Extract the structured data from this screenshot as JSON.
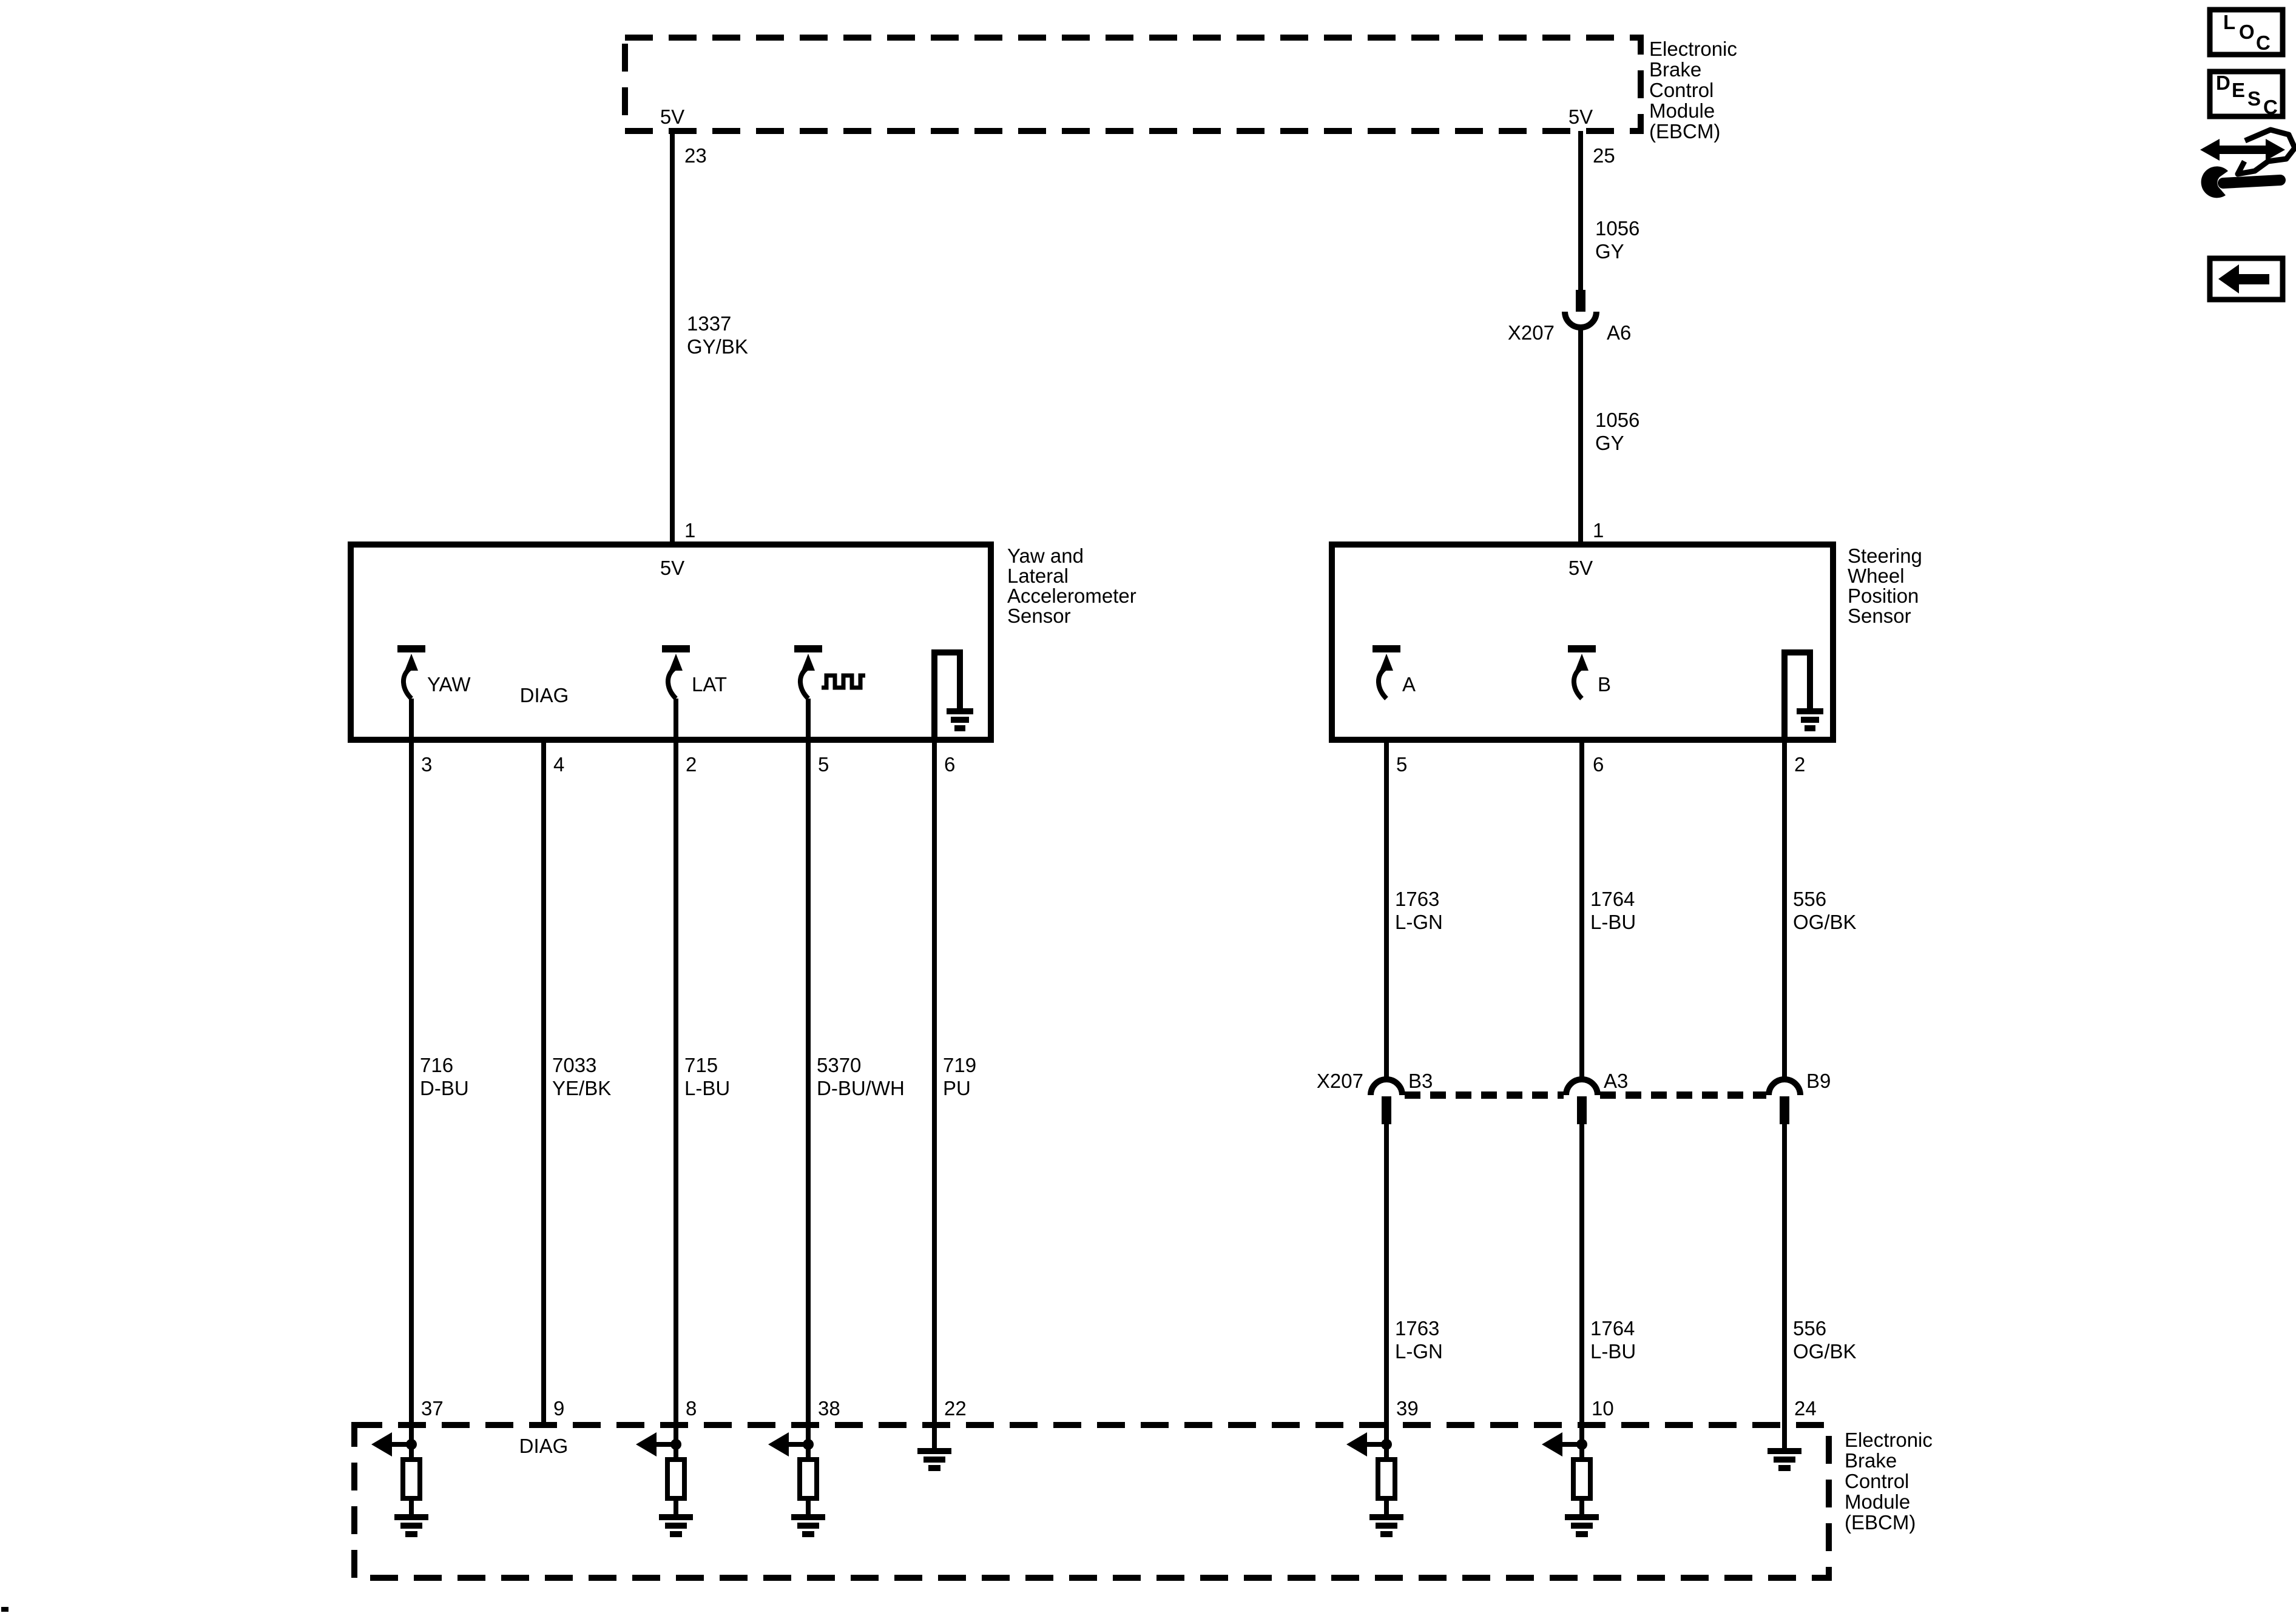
{
  "page": {
    "background": "#ffffff",
    "ink": "#000000"
  },
  "toolbar": {
    "loc": {
      "letters": [
        "L",
        "O",
        "C"
      ]
    },
    "desc": {
      "letters": [
        "D",
        "E",
        "S",
        "C"
      ]
    }
  },
  "top_module": {
    "title_lines": [
      "Electronic",
      "Brake",
      "Control",
      "Module",
      "(EBCM)"
    ],
    "left": {
      "supply": "5V",
      "pin": "23"
    },
    "right": {
      "supply": "5V",
      "pin": "25"
    }
  },
  "yaw_sensor": {
    "title_lines": [
      "Yaw and",
      "Lateral",
      "Accelerometer",
      "Sensor"
    ],
    "supply_pin": "1",
    "supply_label": "5V",
    "yaw_label": "YAW",
    "diag_label": "DIAG",
    "lat_label": "LAT",
    "pins": [
      "3",
      "4",
      "2",
      "5",
      "6"
    ]
  },
  "steering_sensor": {
    "title_lines": [
      "Steering",
      "Wheel",
      "Position",
      "Sensor"
    ],
    "supply_pin": "1",
    "supply_label": "5V",
    "a_label": "A",
    "b_label": "B",
    "pins": [
      "5",
      "6",
      "2"
    ]
  },
  "bottom_module": {
    "title_lines": [
      "Electronic",
      "Brake",
      "Control",
      "Module",
      "(EBCM)"
    ],
    "diag_label": "DIAG",
    "pins": [
      "37",
      "9",
      "8",
      "38",
      "22",
      "39",
      "10",
      "24"
    ]
  },
  "connectors": {
    "a6": {
      "name": "X207",
      "pin": "A6"
    },
    "row": {
      "name": "X207",
      "pins": [
        "B3",
        "A3",
        "B9"
      ]
    }
  },
  "wires": {
    "supply_left": {
      "circuit": "1337",
      "color": "GY/BK"
    },
    "supply_right_upper": {
      "circuit": "1056",
      "color": "GY"
    },
    "supply_right_lower": {
      "circuit": "1056",
      "color": "GY"
    },
    "left": [
      {
        "circuit": "716",
        "color": "D-BU"
      },
      {
        "circuit": "7033",
        "color": "YE/BK"
      },
      {
        "circuit": "715",
        "color": "L-BU"
      },
      {
        "circuit": "5370",
        "color": "D-BU/WH"
      },
      {
        "circuit": "719",
        "color": "PU"
      }
    ],
    "right_upper": [
      {
        "circuit": "1763",
        "color": "L-GN"
      },
      {
        "circuit": "1764",
        "color": "L-BU"
      },
      {
        "circuit": "556",
        "color": "OG/BK"
      }
    ],
    "right_lower": [
      {
        "circuit": "1763",
        "color": "L-GN"
      },
      {
        "circuit": "1764",
        "color": "L-BU"
      },
      {
        "circuit": "556",
        "color": "OG/BK"
      }
    ]
  }
}
